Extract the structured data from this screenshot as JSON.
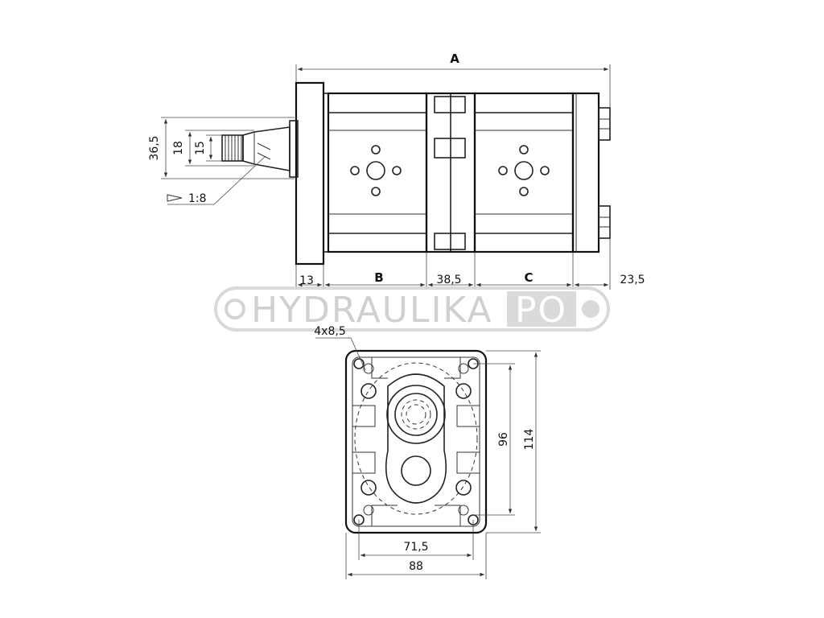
{
  "side_view": {
    "dim_total": "A",
    "dim_flange": "13",
    "dim_body1": "B",
    "dim_center": "38,5",
    "dim_body2": "C",
    "dim_end": "23,5",
    "dim_shaft_outer": "36,5",
    "dim_shaft_mid": "18",
    "dim_shaft_inner": "15",
    "taper": "1:8"
  },
  "front_view": {
    "holes": "4x8,5",
    "dim_hole_spacing_v": "96",
    "dim_height": "114",
    "dim_hole_spacing_h": "71,5",
    "dim_width": "88"
  },
  "watermark": {
    "text_main": "HYDRAULIKA",
    "text_box": "PO"
  }
}
